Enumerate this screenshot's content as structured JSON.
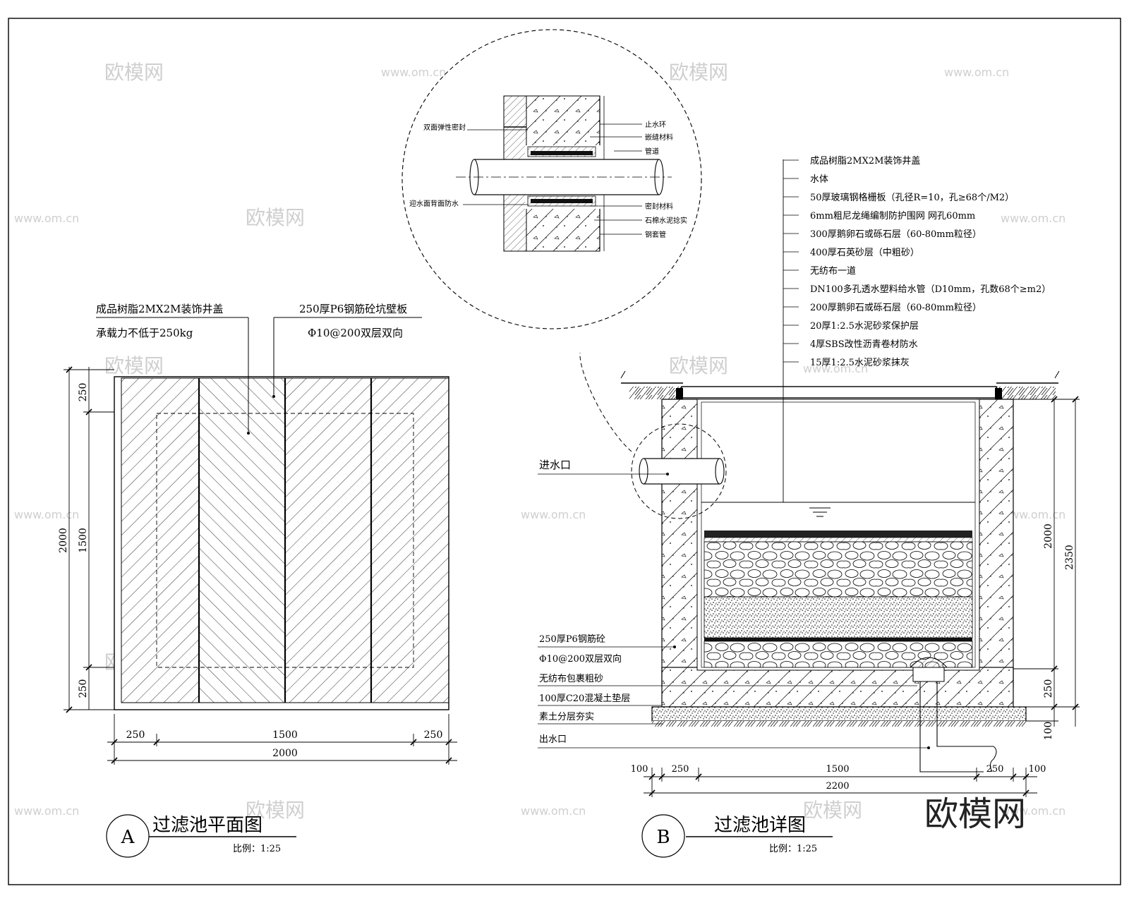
{
  "watermarks": {
    "brand": "欧模网",
    "site": "www.om.cn"
  },
  "plan": {
    "cover_label": "成品树脂2MX2M装饰井盖",
    "cover_load": "承载力不低于250kg",
    "wall_label": "250厚P6钢筋砼坑壁板",
    "wall_rebar": "Φ10@200双层双向",
    "dims_h": [
      "250",
      "1500",
      "250",
      "2000"
    ],
    "dims_v": [
      "250",
      "1500",
      "250",
      "2000"
    ],
    "badge": "A",
    "title": "过滤池平面图",
    "scale": "比例：1:25"
  },
  "detail": {
    "layers": [
      "成品树脂2MX2M装饰井盖",
      "水体",
      "50厚玻璃钢格栅板（孔径R=10，孔≥68个/M2）",
      "6mm粗尼龙绳编制防护围网 网孔60mm",
      "300厚鹅卵石或砾石层（60-80mm粒径）",
      "400厚石英砂层（中粗砂）",
      "无纺布一道",
      "DN100多孔透水塑料给水管（D10mm，孔数68个≥m2）",
      "200厚鹅卵石或砾石层（60-80mm粒径）",
      "20厚1:2.5水泥砂浆保护层",
      "4厚SBS改性沥青卷材防水",
      "15厚1:2.5水泥砂浆抹灰"
    ],
    "inlet": "进水口",
    "wall_label": "250厚P6钢筋砼",
    "wall_rebar": "Φ10@200双层双向",
    "gravel_wrap": "无纺布包裹粗砂",
    "cushion": "100厚C20混凝土垫层",
    "soil": "素土分层夯实",
    "outlet": "出水口",
    "dims_h": [
      "100",
      "250",
      "1500",
      "250",
      "100",
      "2200"
    ],
    "dims_v": [
      "2000",
      "2350",
      "250",
      "100"
    ],
    "badge": "B",
    "title": "过滤池详图",
    "scale": "比例：1:25"
  },
  "circle_detail": {
    "left_top": "双面弹性密封",
    "left_bottom": "迎水面背面防水",
    "right": [
      "止水环",
      "嵌缝材料",
      "管道",
      "密封材料",
      "石棉水泥捻实",
      "钢套管"
    ]
  }
}
